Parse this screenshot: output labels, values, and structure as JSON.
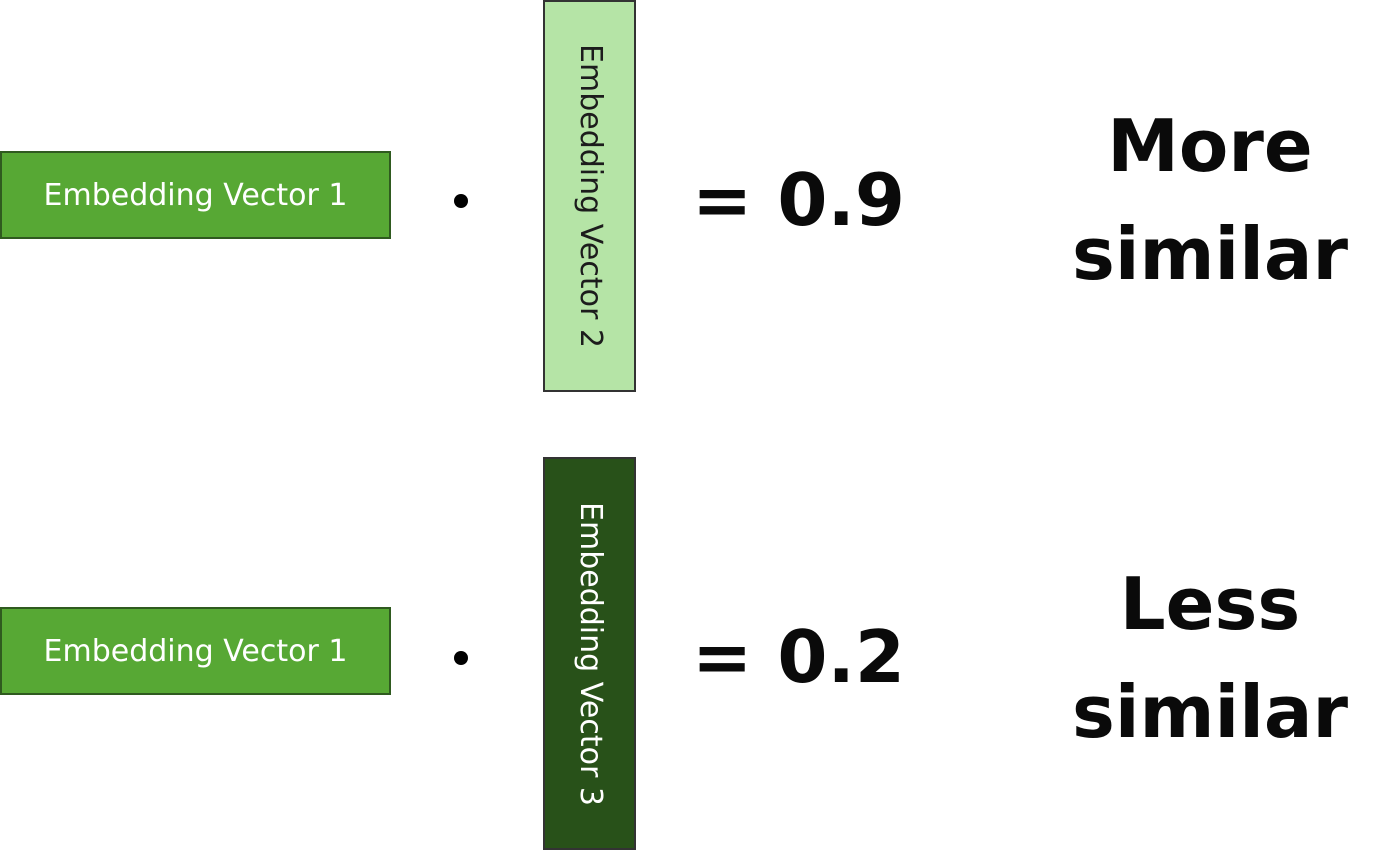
{
  "comparisons": [
    {
      "left_vector_label": "Embedding Vector 1",
      "operator": "•",
      "right_vector_label": "Embedding Vector 2",
      "result": "= 0.9",
      "verdict_line1": "More",
      "verdict_line2": "similar"
    },
    {
      "left_vector_label": "Embedding Vector 1",
      "operator": "•",
      "right_vector_label": "Embedding Vector 3",
      "result": "= 0.2",
      "verdict_line1": "Less",
      "verdict_line2": "similar"
    }
  ],
  "colors": {
    "vector1_fill": "#57a834",
    "vector2_fill": "#b5e4a6",
    "vector3_fill": "#285119",
    "text_dark": "#0a0a0a"
  }
}
